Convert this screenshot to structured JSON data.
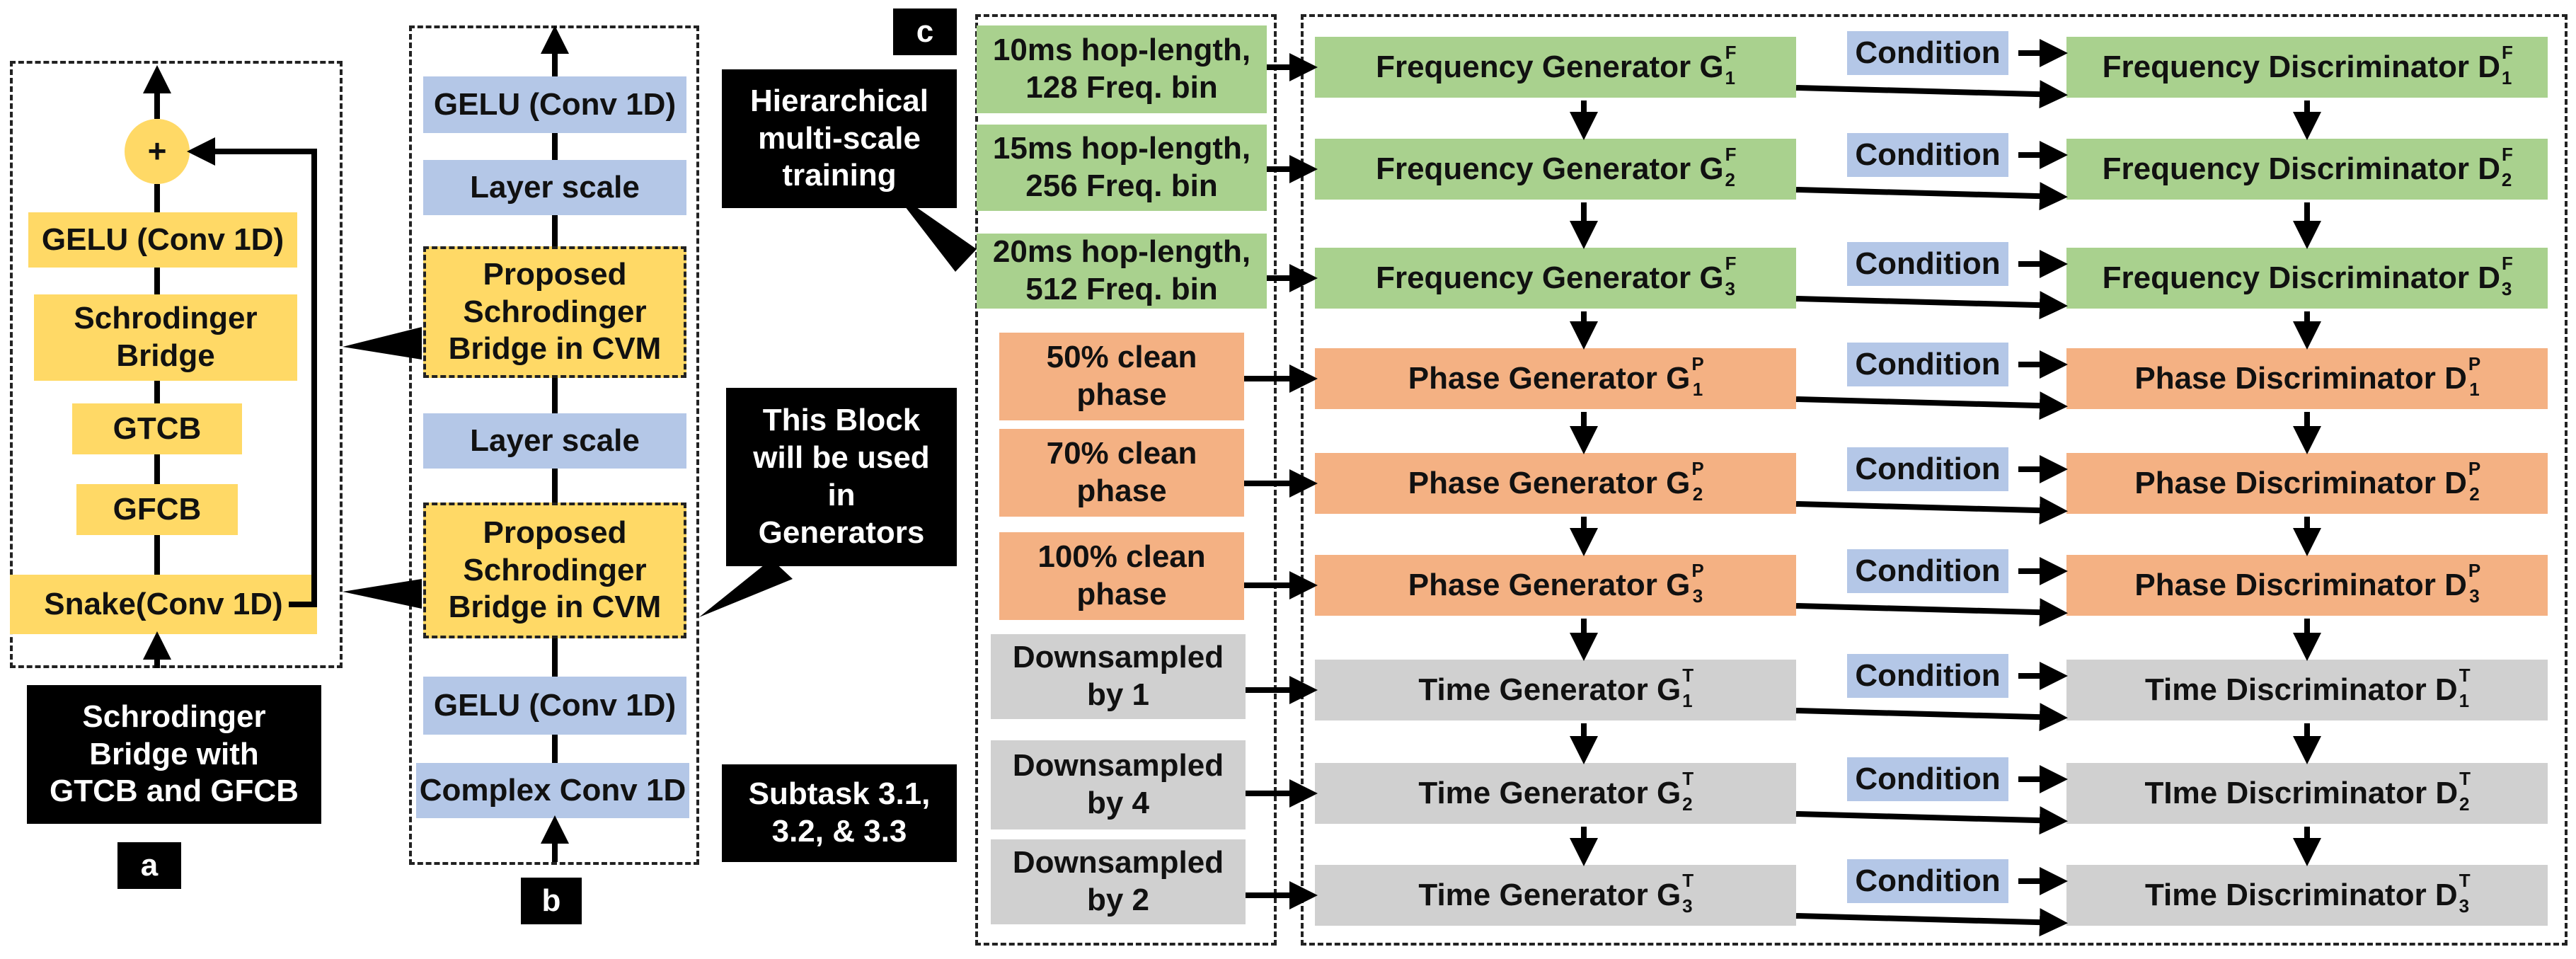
{
  "panel_a": {
    "label": "a",
    "plus": "+",
    "blocks": [
      "GELU (Conv 1D)",
      "Schrodinger Bridge",
      "GTCB",
      "GFCB",
      "Snake(Conv 1D)"
    ],
    "caption": "Schrodinger Bridge with GTCB and GFCB"
  },
  "panel_b": {
    "label": "b",
    "blocks": [
      "GELU (Conv 1D)",
      "Layer scale",
      "Proposed Schrodinger Bridge in CVM",
      "Layer scale",
      "Proposed Schrodinger Bridge in CVM",
      "GELU (Conv 1D)",
      "Complex Conv 1D"
    ]
  },
  "notes": {
    "hierarchical": "Hierarchical multi-scale training",
    "block_used": "This Block will be used in Generators",
    "subtask": "Subtask 3.1, 3.2, & 3.3"
  },
  "panel_c": {
    "label": "c",
    "inputs": [
      "10ms hop-length, 128 Freq. bin",
      "15ms hop-length, 256 Freq. bin",
      "20ms hop-length, 512 Freq. bin",
      "50% clean phase",
      "70% clean phase",
      "100% clean phase",
      "Downsampled by 1",
      "Downsampled by 4",
      "Downsampled by 2"
    ],
    "condition": "Condition",
    "rows": [
      {
        "gen": "Frequency  Generator G",
        "gsup": "F",
        "gsub": "1",
        "disc": "Frequency  Discriminator D",
        "dsup": "F",
        "dsub": "1",
        "kind": "g"
      },
      {
        "gen": "Frequency  Generator G",
        "gsup": "F",
        "gsub": "2",
        "disc": "Frequency  Discriminator D",
        "dsup": "F",
        "dsub": "2",
        "kind": "g"
      },
      {
        "gen": "Frequency  Generator G",
        "gsup": "F",
        "gsub": "3",
        "disc": "Frequency  Discriminator D",
        "dsup": "F",
        "dsub": "3",
        "kind": "g"
      },
      {
        "gen": "Phase Generator G",
        "gsup": "P",
        "gsub": "1",
        "disc": "Phase Discriminator D",
        "dsup": "P",
        "dsub": "1",
        "kind": "o"
      },
      {
        "gen": "Phase Generator G",
        "gsup": "P",
        "gsub": "2",
        "disc": "Phase Discriminator D",
        "dsup": "P",
        "dsub": "2",
        "kind": "o"
      },
      {
        "gen": "Phase Generator G",
        "gsup": "P",
        "gsub": "3",
        "disc": "Phase Discriminator D",
        "dsup": "P",
        "dsub": "3",
        "kind": "o"
      },
      {
        "gen": "Time Generator G",
        "gsup": "T",
        "gsub": "1",
        "disc": "Time Discriminator D",
        "dsup": "T",
        "dsub": "1",
        "kind": "gr"
      },
      {
        "gen": "Time Generator G",
        "gsup": "T",
        "gsub": "2",
        "disc": "TIme Discriminator D",
        "dsup": "T",
        "dsub": "2",
        "kind": "gr"
      },
      {
        "gen": "Time Generator G",
        "gsup": "T",
        "gsub": "3",
        "disc": "Time Discriminator D",
        "dsup": "T",
        "dsub": "3",
        "kind": "gr"
      }
    ]
  }
}
